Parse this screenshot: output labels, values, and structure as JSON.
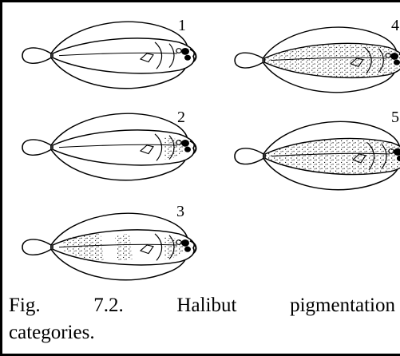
{
  "figure": {
    "labels": [
      "1",
      "2",
      "3",
      "4",
      "5"
    ],
    "caption": {
      "line1": [
        "Fig.",
        "7.2.",
        "Halibut",
        "pigmentation"
      ],
      "line2": "categories."
    }
  },
  "colors": {
    "ink": "#000000",
    "background": "#ffffff"
  }
}
